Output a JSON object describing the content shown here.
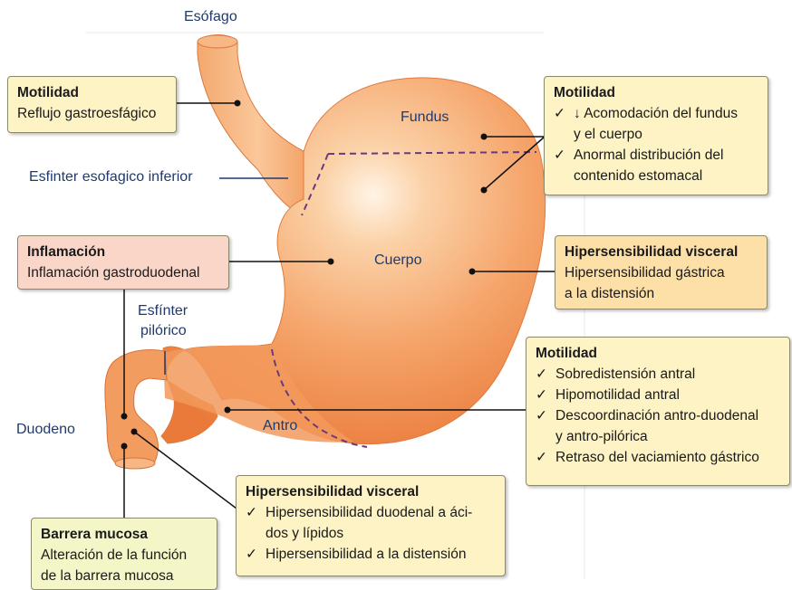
{
  "labels": {
    "esofago": "Esófago",
    "esfinter_inferior": "Esfinter esofagico inferior",
    "fundus": "Fundus",
    "cuerpo": "Cuerpo",
    "esfinter_pilorico_1": "Esfínter",
    "esfinter_pilorico_2": "pilórico",
    "duodeno": "Duodeno",
    "antro": "Antro"
  },
  "boxes": {
    "motilidad_left": {
      "title": "Motilidad",
      "text": "Reflujo gastroesfágico"
    },
    "motilidad_top_right": {
      "title": "Motilidad",
      "items": [
        {
          "check": "✓",
          "lines": [
            "↓ Acomodación del fundus",
            "y el cuerpo"
          ]
        },
        {
          "check": "✓",
          "lines": [
            "Anormal distribución del",
            "contenido estomacal"
          ]
        }
      ]
    },
    "hipersens_right": {
      "title": "Hipersensibilidad visceral",
      "lines": [
        "Hipersensibilidad gástrica",
        "a la distensión"
      ]
    },
    "inflamacion": {
      "title": "Inflamación",
      "text": "Inflamación gastroduodenal"
    },
    "motilidad_bottom_right": {
      "title": "Motilidad",
      "items": [
        {
          "check": "✓",
          "lines": [
            "Sobredistensión antral"
          ]
        },
        {
          "check": "✓",
          "lines": [
            "Hipomotilidad antral"
          ]
        },
        {
          "check": "✓",
          "lines": [
            "Descoordinación antro-duodenal",
            "y antro-pilórica"
          ]
        },
        {
          "check": "✓",
          "lines": [
            "Retraso del vaciamiento gástrico"
          ]
        }
      ]
    },
    "hipersens_bottom": {
      "title": "Hipersensibilidad visceral",
      "items": [
        {
          "check": "✓",
          "lines": [
            "Hipersensibilidad duodenal a áci-",
            "dos y lípidos"
          ]
        },
        {
          "check": "✓",
          "lines": [
            "Hipersensibilidad a la distensión"
          ]
        }
      ]
    },
    "barrera": {
      "title": "Barrera mucosa",
      "lines": [
        "Alteración de la función",
        "de la barrera mucosa"
      ]
    }
  },
  "colors": {
    "stomach": "#f4a36a",
    "stomach_dark": "#ea7f3e",
    "dashed": "#6b3a7a",
    "label_text": "#1f3a6b"
  }
}
